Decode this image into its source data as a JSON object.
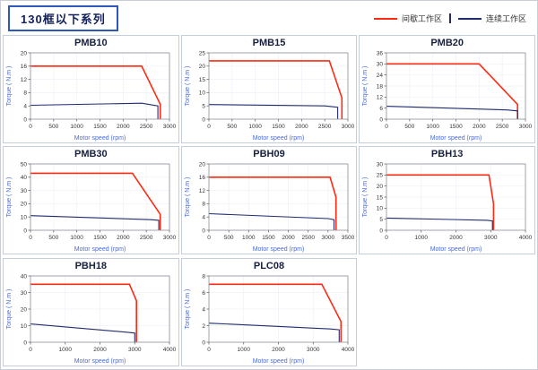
{
  "page": {
    "title": "130框以下系列"
  },
  "legend": {
    "items": [
      {
        "label": "间歇工作区",
        "color": "#ff2a12"
      },
      {
        "label": "连续工作区",
        "color": "#222c6d"
      }
    ]
  },
  "chart_data": [
    {
      "type": "line",
      "title": "PMB10",
      "xlabel": "Motor speed (rpm)",
      "ylabel": "Torque ( N.m )",
      "xlim": [
        0,
        3000
      ],
      "ylim": [
        0,
        20
      ],
      "xticks": [
        0,
        500,
        1000,
        1500,
        2000,
        2500,
        3000
      ],
      "yticks": [
        0,
        4,
        8,
        12,
        16,
        20
      ],
      "grid": true,
      "legend_position": "none",
      "series": [
        {
          "name": "间歇工作区",
          "color": "#ff2a12",
          "points": [
            [
              0,
              16
            ],
            [
              2400,
              16
            ],
            [
              2800,
              4.5
            ],
            [
              2800,
              0
            ]
          ]
        },
        {
          "name": "连续工作区",
          "color": "#222c6d",
          "points": [
            [
              0,
              4.2
            ],
            [
              2400,
              4.8
            ],
            [
              2750,
              4.0
            ],
            [
              2750,
              0
            ]
          ]
        }
      ]
    },
    {
      "type": "line",
      "title": "PMB15",
      "xlabel": "Motor speed (rpm)",
      "ylabel": "Torque ( N.m )",
      "xlim": [
        0,
        3000
      ],
      "ylim": [
        0,
        25
      ],
      "xticks": [
        0,
        500,
        1000,
        1500,
        2000,
        2500,
        3000
      ],
      "yticks": [
        0,
        5,
        10,
        15,
        20,
        25
      ],
      "grid": true,
      "legend_position": "none",
      "series": [
        {
          "name": "间歇工作区",
          "color": "#ff2a12",
          "points": [
            [
              0,
              22
            ],
            [
              2600,
              22
            ],
            [
              2870,
              8
            ],
            [
              2870,
              0
            ]
          ]
        },
        {
          "name": "连续工作区",
          "color": "#222c6d",
          "points": [
            [
              0,
              5.5
            ],
            [
              2500,
              5.0
            ],
            [
              2780,
              4.5
            ],
            [
              2780,
              0
            ]
          ]
        }
      ]
    },
    {
      "type": "line",
      "title": "PMB20",
      "xlabel": "Motor speed (rpm)",
      "ylabel": "Torque ( N.m )",
      "xlim": [
        0,
        3000
      ],
      "ylim": [
        0,
        36
      ],
      "xticks": [
        0,
        500,
        1000,
        1500,
        2000,
        2500,
        3000
      ],
      "yticks": [
        0,
        6,
        12,
        18,
        24,
        30,
        36
      ],
      "grid": true,
      "legend_position": "none",
      "series": [
        {
          "name": "间歇工作区",
          "color": "#ff2a12",
          "points": [
            [
              0,
              30
            ],
            [
              2000,
              30
            ],
            [
              2830,
              8
            ],
            [
              2830,
              0
            ]
          ]
        },
        {
          "name": "连续工作区",
          "color": "#222c6d",
          "points": [
            [
              0,
              7
            ],
            [
              2600,
              5.0
            ],
            [
              2830,
              4.5
            ],
            [
              2830,
              0
            ]
          ]
        }
      ]
    },
    {
      "type": "line",
      "title": "PMB30",
      "xlabel": "Motor speed (rpm)",
      "ylabel": "Torque ( N.m )",
      "xlim": [
        0,
        3000
      ],
      "ylim": [
        0,
        50
      ],
      "xticks": [
        0,
        500,
        1000,
        1500,
        2000,
        2500,
        3000
      ],
      "yticks": [
        0,
        10,
        20,
        30,
        40,
        50
      ],
      "grid": true,
      "legend_position": "none",
      "series": [
        {
          "name": "间歇工作区",
          "color": "#ff2a12",
          "points": [
            [
              0,
              43
            ],
            [
              2200,
              43
            ],
            [
              2800,
              12
            ],
            [
              2800,
              0
            ]
          ]
        },
        {
          "name": "连续工作区",
          "color": "#222c6d",
          "points": [
            [
              0,
              11
            ],
            [
              2600,
              8
            ],
            [
              2770,
              7.5
            ],
            [
              2770,
              0
            ]
          ]
        }
      ]
    },
    {
      "type": "line",
      "title": "PBH09",
      "xlabel": "Motor speed (rpm)",
      "ylabel": "Torque ( N.m )",
      "xlim": [
        0,
        3500
      ],
      "ylim": [
        0,
        20
      ],
      "xticks": [
        0,
        500,
        1000,
        1500,
        2000,
        2500,
        3000,
        3500
      ],
      "yticks": [
        0,
        4,
        8,
        12,
        16,
        20
      ],
      "grid": true,
      "legend_position": "none",
      "series": [
        {
          "name": "间歇工作区",
          "color": "#ff2a12",
          "points": [
            [
              0,
              16
            ],
            [
              3050,
              16
            ],
            [
              3200,
              10
            ],
            [
              3200,
              0
            ]
          ]
        },
        {
          "name": "连续工作区",
          "color": "#222c6d",
          "points": [
            [
              0,
              5
            ],
            [
              3000,
              3.5
            ],
            [
              3150,
              3.2
            ],
            [
              3150,
              0
            ]
          ]
        }
      ]
    },
    {
      "type": "line",
      "title": "PBH13",
      "xlabel": "Motor speed (rpm)",
      "ylabel": "Torque ( N.m )",
      "xlim": [
        0,
        4000
      ],
      "ylim": [
        0,
        30
      ],
      "xticks": [
        0,
        1000,
        2000,
        3000,
        4000
      ],
      "yticks": [
        0,
        5,
        10,
        15,
        20,
        25,
        30
      ],
      "grid": true,
      "legend_position": "none",
      "series": [
        {
          "name": "间歇工作区",
          "color": "#ff2a12",
          "points": [
            [
              0,
              25
            ],
            [
              2950,
              25
            ],
            [
              3080,
              12
            ],
            [
              3080,
              0
            ]
          ]
        },
        {
          "name": "连续工作区",
          "color": "#222c6d",
          "points": [
            [
              0,
              5.5
            ],
            [
              2900,
              4.5
            ],
            [
              3050,
              4.2
            ],
            [
              3050,
              0
            ]
          ]
        }
      ]
    },
    {
      "type": "line",
      "title": "PBH18",
      "xlabel": "Motor speed (rpm)",
      "ylabel": "Torque ( N.m )",
      "xlim": [
        0,
        4000
      ],
      "ylim": [
        0,
        40
      ],
      "xticks": [
        0,
        1000,
        2000,
        3000,
        4000
      ],
      "yticks": [
        0,
        10,
        20,
        30,
        40
      ],
      "grid": true,
      "legend_position": "none",
      "series": [
        {
          "name": "间歇工作区",
          "color": "#ff2a12",
          "points": [
            [
              0,
              35
            ],
            [
              2850,
              35
            ],
            [
              3050,
              25
            ],
            [
              3050,
              0
            ]
          ]
        },
        {
          "name": "连续工作区",
          "color": "#222c6d",
          "points": [
            [
              0,
              11
            ],
            [
              2800,
              6
            ],
            [
              3000,
              5.5
            ],
            [
              3000,
              0
            ]
          ]
        }
      ]
    },
    {
      "type": "line",
      "title": "PLC08",
      "xlabel": "Motor speed (rpm)",
      "ylabel": "Torque ( N.m )",
      "xlim": [
        0,
        4000
      ],
      "ylim": [
        0,
        8
      ],
      "xticks": [
        0,
        1000,
        2000,
        3000,
        4000
      ],
      "yticks": [
        0,
        2,
        4,
        6,
        8
      ],
      "grid": true,
      "legend_position": "none",
      "series": [
        {
          "name": "间歇工作区",
          "color": "#ff2a12",
          "points": [
            [
              0,
              7
            ],
            [
              3250,
              7
            ],
            [
              3800,
              2.5
            ],
            [
              3800,
              0
            ]
          ]
        },
        {
          "name": "连续工作区",
          "color": "#222c6d",
          "points": [
            [
              0,
              2.3
            ],
            [
              3500,
              1.6
            ],
            [
              3750,
              1.5
            ],
            [
              3750,
              0
            ]
          ]
        }
      ]
    }
  ]
}
